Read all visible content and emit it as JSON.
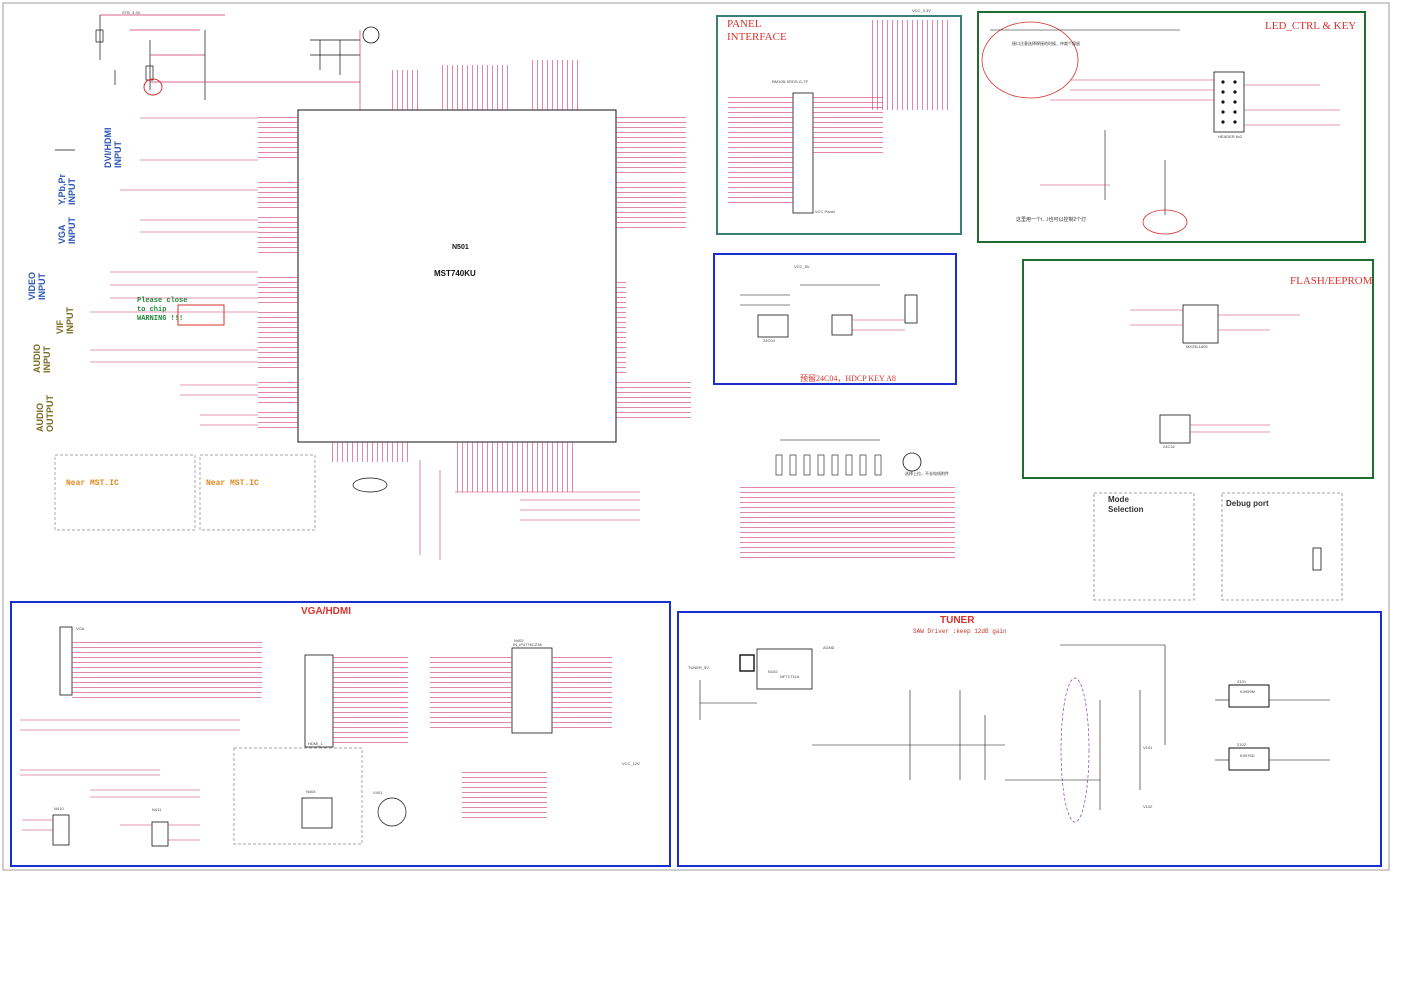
{
  "sections": {
    "panel_interface": "PANEL\nINTERFACE",
    "led_ctrl_key": "LED_CTRL & KEY",
    "flash_eeprom": "FLASH/EEPROM",
    "eeprom_hdcp": "预留24C04，HDCP KEY  A8",
    "mode_selection": "Mode\nSelection",
    "debug_port": "Debug port",
    "vga_hdmi": "VGA/HDMI",
    "tuner": "TUNER",
    "tuner_note": "SAW Driver :keep 12dB gain"
  },
  "side_labels": {
    "dvi_hdmi": "DVI/HDMI\nINPUT",
    "ypbpr": "Y,Pb,Pr\nINPUT",
    "vga": "VGA\nINPUT",
    "video": "VIDEO\nINPUT",
    "vif": "VIF\nINPUT",
    "audio_in": "AUDIO\nINPUT",
    "audio_out": "AUDIO\nOUTPUT"
  },
  "main_ic": {
    "ref": "N501",
    "part": "MST740KU"
  },
  "notes": {
    "close_chip": "Please close\nto chip\nWARNING !!!",
    "near_mst_1": "Near MST.IC",
    "near_mst_2": "Near MST.IC",
    "led_note": "这里用一个i…I也可以控制2个灯",
    "usb_note": "接口注意选择焊接的时候，仲裁个保留",
    "key_note": "选择上拉，不去电线附件"
  },
  "connectors": {
    "panel": "BM10B-SRDS-G-TF",
    "header": "HEADER 6x2",
    "flash_part": "MX25L1605",
    "eeprom_hdcp": "24C04",
    "eeprom_flash": "24C32",
    "vga_conn": "VGA",
    "hdmi_conn": "HDMI_1",
    "hdmi_switch": "IN_IP4776CZ38",
    "tuner_part": "NFT1T11A",
    "saw1": "K3959M",
    "saw2": "K9576D"
  },
  "refs": {
    "n402": "N402",
    "n410": "N410",
    "n411": "N411",
    "n404": "N404",
    "n501": "N501",
    "v401": "V401",
    "z101": "Z101",
    "z102": "Z102",
    "n102": "N102",
    "v101": "V101",
    "v102": "V102"
  },
  "signals": {
    "stb33": "STB_3.3V",
    "vcc33": "VCC_3.3V",
    "vcc5": "VCC_5V",
    "vcc12": "VCC_12V",
    "tuner5": "TUNER_5V",
    "agnd": "AGND",
    "vcc_panel": "VCC Panel"
  },
  "colors": {
    "magenta": "#c0247a",
    "wire": "#d0336c",
    "black": "#111111",
    "green_box": "#1f6d2f",
    "teal_box": "#3a7f7a",
    "blue_box": "#1a2fd0",
    "section_red": "#d8322f"
  }
}
